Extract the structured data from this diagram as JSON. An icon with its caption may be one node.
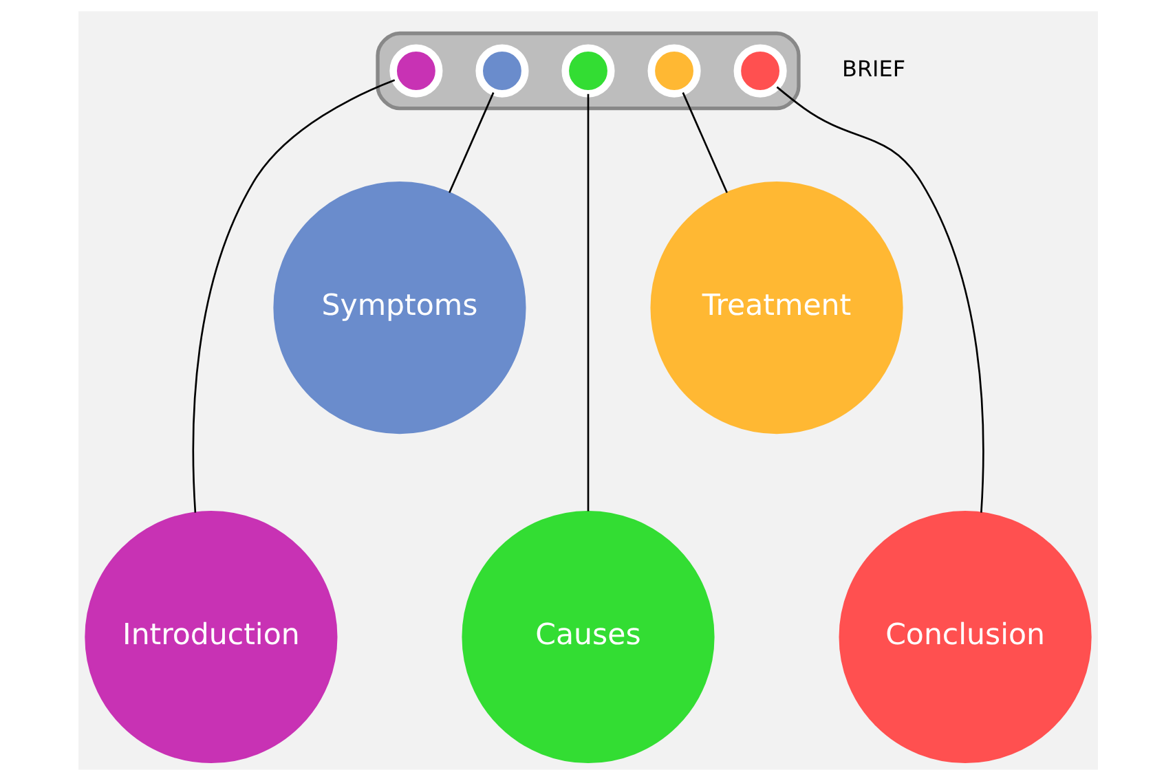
{
  "diagram": {
    "nodes": [
      {
        "text": [],
        "shape": "bar"
      },
      {
        "text": [],
        "shape": "circle",
        "in": 0
      },
      {
        "text": [],
        "shape": "circle",
        "in": 0
      },
      {
        "text": [],
        "shape": "circle",
        "in": 0
      },
      {
        "text": [],
        "shape": "circle",
        "in": 0
      },
      {
        "text": [],
        "shape": "circle",
        "in": 0
      },
      {
        "text": [
          "Introduction"
        ]
      },
      {
        "text": [
          "Symptoms"
        ]
      },
      {
        "text": [
          "Causes"
        ]
      },
      {
        "text": [
          "Treatment"
        ]
      },
      {
        "text": [
          "Conclusion"
        ]
      }
    ],
    "edges": [
      {
        "from": 1,
        "to": 6,
        "arrow": "none"
      },
      {
        "from": 2,
        "to": 7,
        "arrow": "none"
      },
      {
        "from": 3,
        "to": 8,
        "arrow": "none"
      },
      {
        "from": 4,
        "to": 9,
        "arrow": "none"
      },
      {
        "from": 5,
        "to": 10,
        "arrow": "none"
      }
    ],
    "labels": [
      "BRIEF"
    ]
  }
}
